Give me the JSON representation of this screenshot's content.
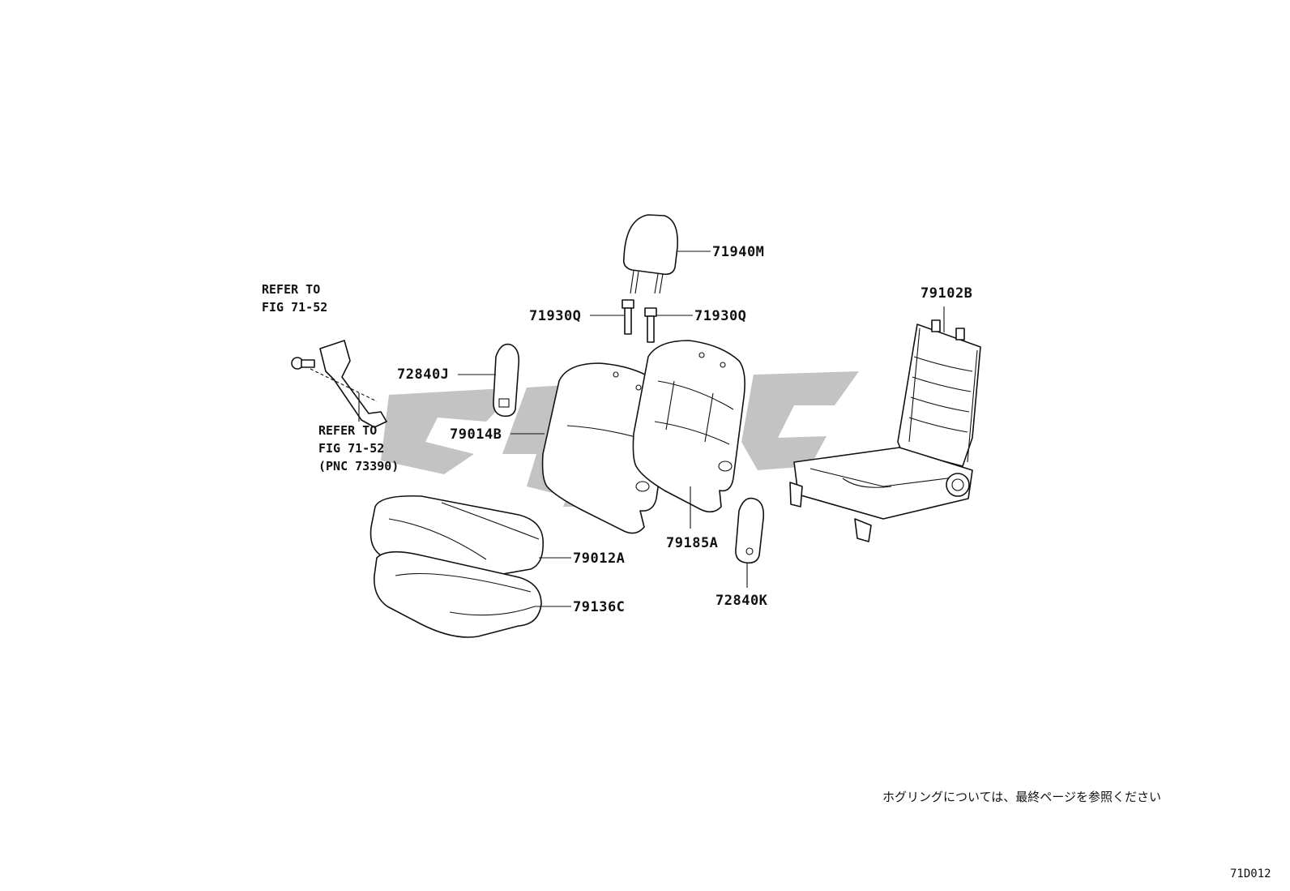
{
  "diagram": {
    "parts": [
      {
        "id": "p-71940M",
        "label": "71940M"
      },
      {
        "id": "p-71930Q-left",
        "label": "71930Q"
      },
      {
        "id": "p-71930Q-right",
        "label": "71930Q"
      },
      {
        "id": "p-72840J",
        "label": "72840J"
      },
      {
        "id": "p-79014B",
        "label": "79014B"
      },
      {
        "id": "p-79185A",
        "label": "79185A"
      },
      {
        "id": "p-79012A",
        "label": "79012A"
      },
      {
        "id": "p-79136C",
        "label": "79136C"
      },
      {
        "id": "p-72840K",
        "label": "72840K"
      },
      {
        "id": "p-79102B",
        "label": "79102B"
      }
    ],
    "refs": {
      "top": {
        "line1": "REFER TO",
        "line2": "FIG 71-52"
      },
      "bottom": {
        "line1": "REFER TO",
        "line2": "FIG 71-52",
        "line3": "(PNC 73390)"
      }
    },
    "note": "ホグリングについては、最終ページを参照ください",
    "figure_code": "71D012"
  },
  "colors": {
    "line": "#111111",
    "watermark": "#b9b9b9",
    "background": "#ffffff"
  }
}
